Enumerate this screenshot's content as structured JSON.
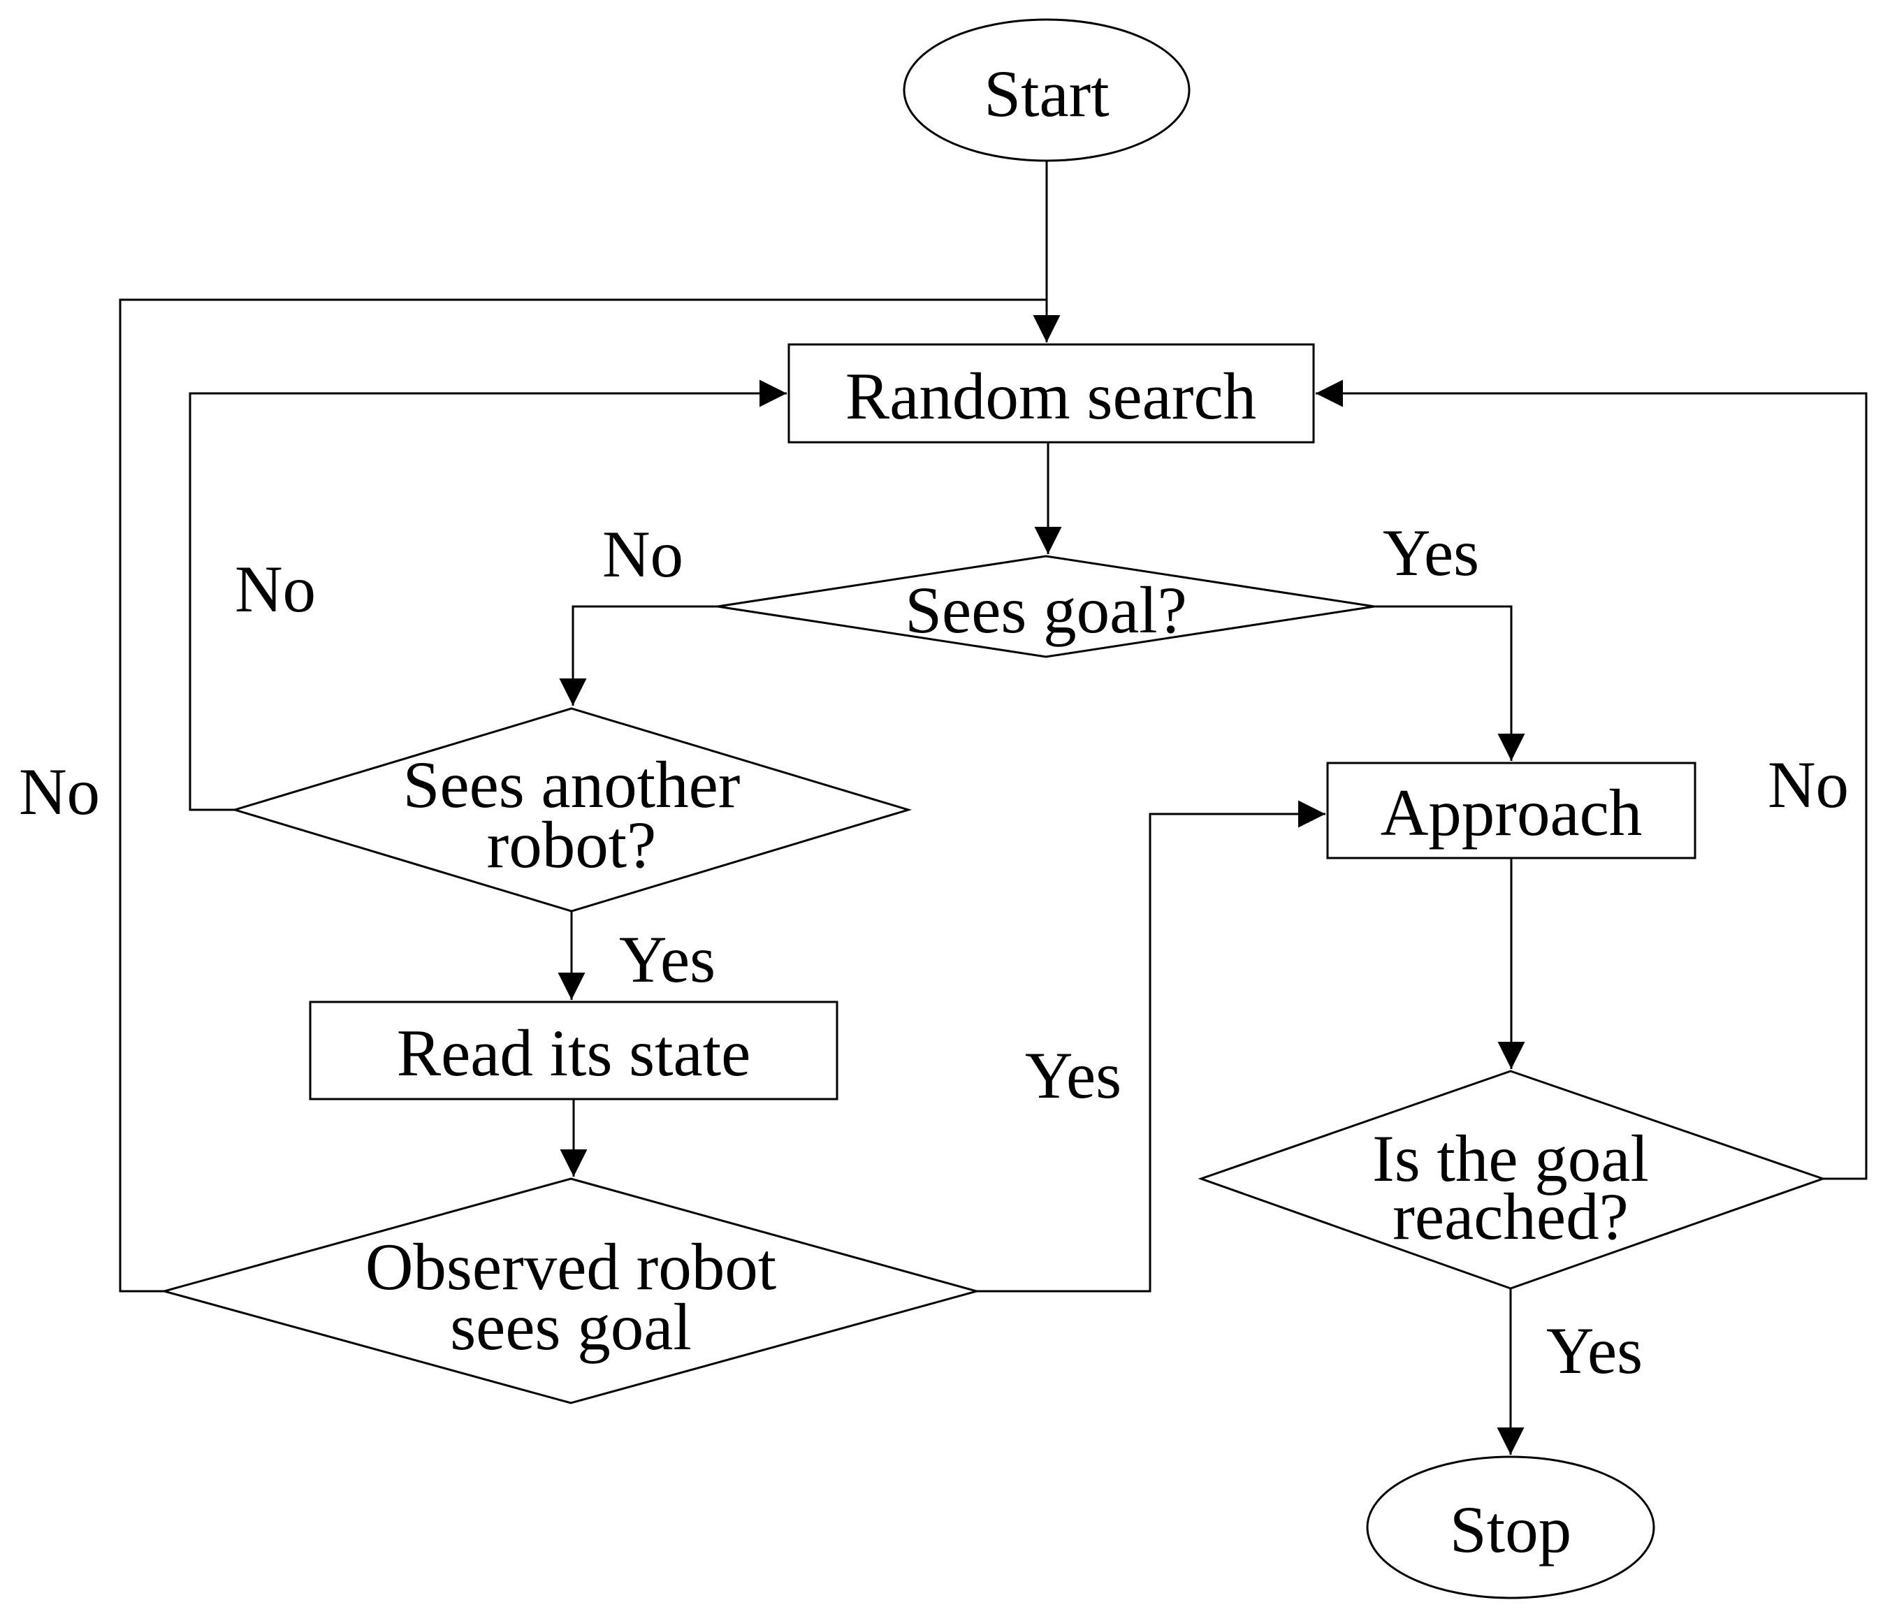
{
  "diagram": {
    "type": "flowchart",
    "background_color": "#ffffff",
    "stroke_color": "#000000",
    "text_color": "#000000"
  },
  "nodes": {
    "start": {
      "type": "terminator",
      "label": "Start"
    },
    "random_search": {
      "type": "process",
      "label": "Random search"
    },
    "sees_goal": {
      "type": "decision",
      "label": "Sees goal?"
    },
    "sees_another_robot": {
      "type": "decision",
      "line1": "Sees another",
      "line2": "robot?"
    },
    "read_its_state": {
      "type": "process",
      "label": "Read its state"
    },
    "observed_robot_sees_goal": {
      "type": "decision",
      "line1": "Observed robot",
      "line2": "sees goal"
    },
    "approach": {
      "type": "process",
      "label": "Approach"
    },
    "is_goal_reached": {
      "type": "decision",
      "line1": "Is the goal",
      "line2": "reached?"
    },
    "stop": {
      "type": "terminator",
      "label": "Stop"
    }
  },
  "edge_labels": {
    "sees_goal_no": "No",
    "sees_goal_yes": "Yes",
    "sees_another_robot_no": "No",
    "sees_another_robot_yes": "Yes",
    "observed_robot_no": "No",
    "observed_robot_yes": "Yes",
    "is_goal_reached_no": "No",
    "is_goal_reached_yes": "Yes"
  }
}
